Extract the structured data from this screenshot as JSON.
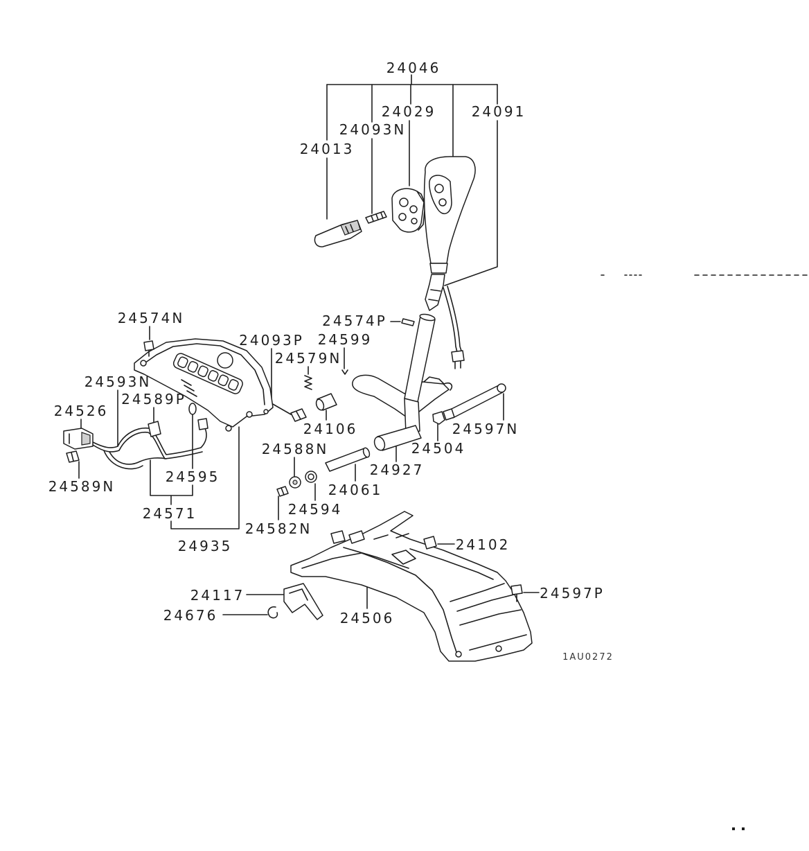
{
  "diagram": {
    "labels": {
      "p24046": "24046",
      "p24029": "24029",
      "p24091": "24091",
      "p24093N": "24093N",
      "p24013": "24013",
      "p24574N": "24574N",
      "p24574P": "24574P",
      "p24093P": "24093P",
      "p24599": "24599",
      "p24579N": "24579N",
      "p24593N": "24593N",
      "p24589P": "24589P",
      "p24526": "24526",
      "p24106": "24106",
      "p24597N": "24597N",
      "p24588N": "24588N",
      "p24504": "24504",
      "p24927": "24927",
      "p24595": "24595",
      "p24589N": "24589N",
      "p24061": "24061",
      "p24571": "24571",
      "p24594": "24594",
      "p24582N": "24582N",
      "p24935": "24935",
      "p24102": "24102",
      "p24117": "24117",
      "p24597P": "24597P",
      "p24676": "24676",
      "p24506": "24506"
    },
    "figure_code": "1AU0272"
  },
  "colors": {
    "line": "#1e1e1e",
    "background": "#ffffff"
  }
}
